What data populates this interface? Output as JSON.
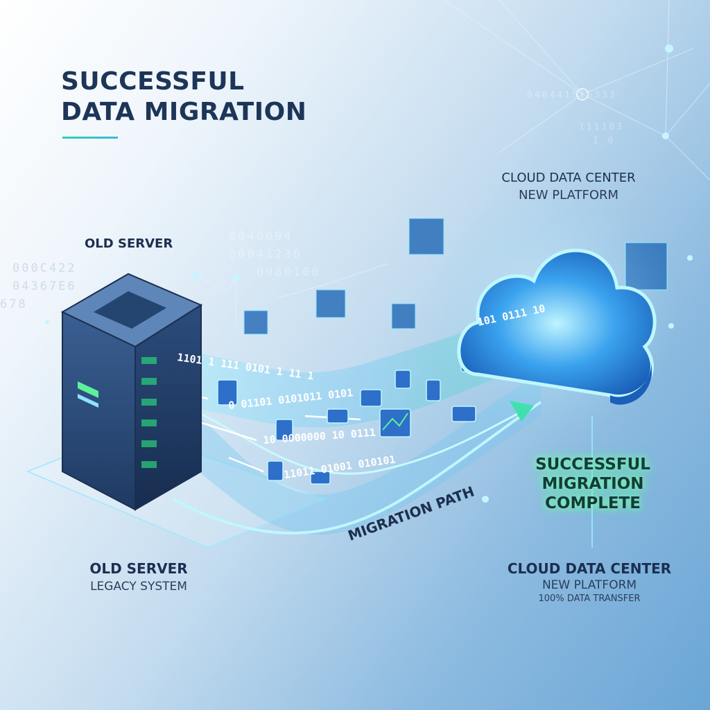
{
  "title": {
    "line1": "SUCCESSFUL",
    "line2": "DATA MIGRATION"
  },
  "source": {
    "top_label": "OLD SERVER",
    "bottom_label": "OLD SERVER",
    "bottom_sublabel": "LEGACY SYSTEM"
  },
  "destination": {
    "top_label": "CLOUD DATA CENTER",
    "top_sublabel": "NEW PLATFORM",
    "bottom_label": "CLOUD DATA CENTER",
    "bottom_sublabel": "NEW PLATFORM",
    "transfer_note": "100% DATA TRANSFER"
  },
  "path_label": "MIGRATION PATH",
  "status": {
    "line1": "SUCCESSFUL",
    "line2": "MIGRATION",
    "line3": "COMPLETE"
  },
  "background_codes": {
    "left": [
      "000C422",
      "04367E6",
      "678"
    ],
    "center": [
      "0040094",
      "00041236",
      "0980100"
    ],
    "top_right": [
      "040441515332",
      "111103",
      "1 0"
    ]
  },
  "stream_bits": [
    "1101 1 111 0101 1 11 1",
    "0 01101 0101011 0101",
    "10 0000000 10 0111",
    "11011 01001 010101",
    "101 0111 10"
  ],
  "colors": {
    "accent": "#2ad1b4",
    "title": "#1d3557",
    "glow": "#5cf29a",
    "cloud": "#2f8fe0",
    "server": "#2b4a78"
  }
}
